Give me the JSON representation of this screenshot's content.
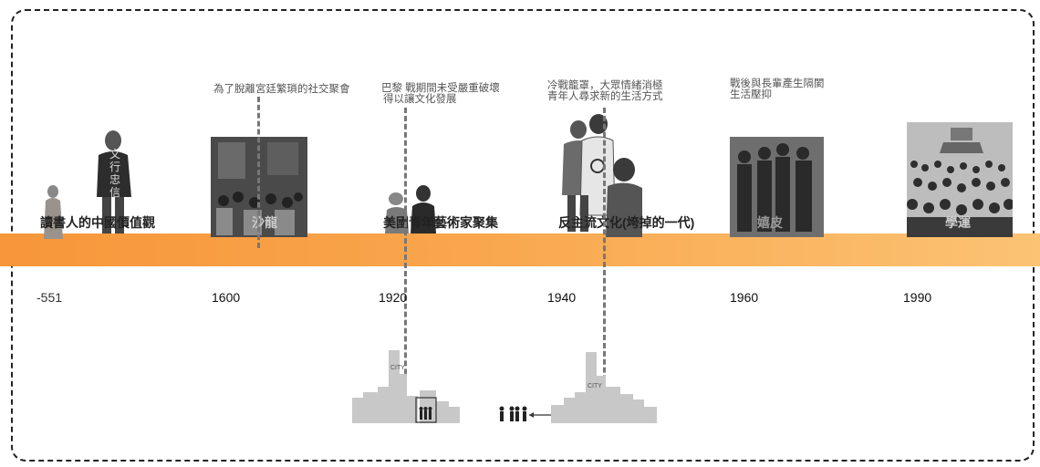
{
  "years": [
    "-551",
    "1600",
    "1920",
    "1940",
    "1960",
    "1990"
  ],
  "notes": {
    "salon": "為了脫離宮廷繁瑣的社交聚會",
    "paris_1": "巴黎 戰期間未受嚴重破壞",
    "paris_2": "得以讓文化發展",
    "coldwar_1": "冷戰籠罩，大眾情緒消極",
    "coldwar_2": "青年人尋求新的生活方式",
    "postwar_1": "戰後與長輩產生隔閡",
    "postwar_2": "生活壓抑"
  },
  "labels": {
    "confucius": "讀書人的中國價值觀",
    "salon": "沙龍",
    "americans": "美國青年藝術家聚集",
    "counter": "反主流文化(垮掉的一代)",
    "hippie": "嬉皮",
    "student": "學運"
  },
  "confucius_text": "文行忠信",
  "city_text": "CITY",
  "colors": {
    "band_start": "#f7963a",
    "band_end": "#fbc373",
    "frame": "#222222"
  }
}
